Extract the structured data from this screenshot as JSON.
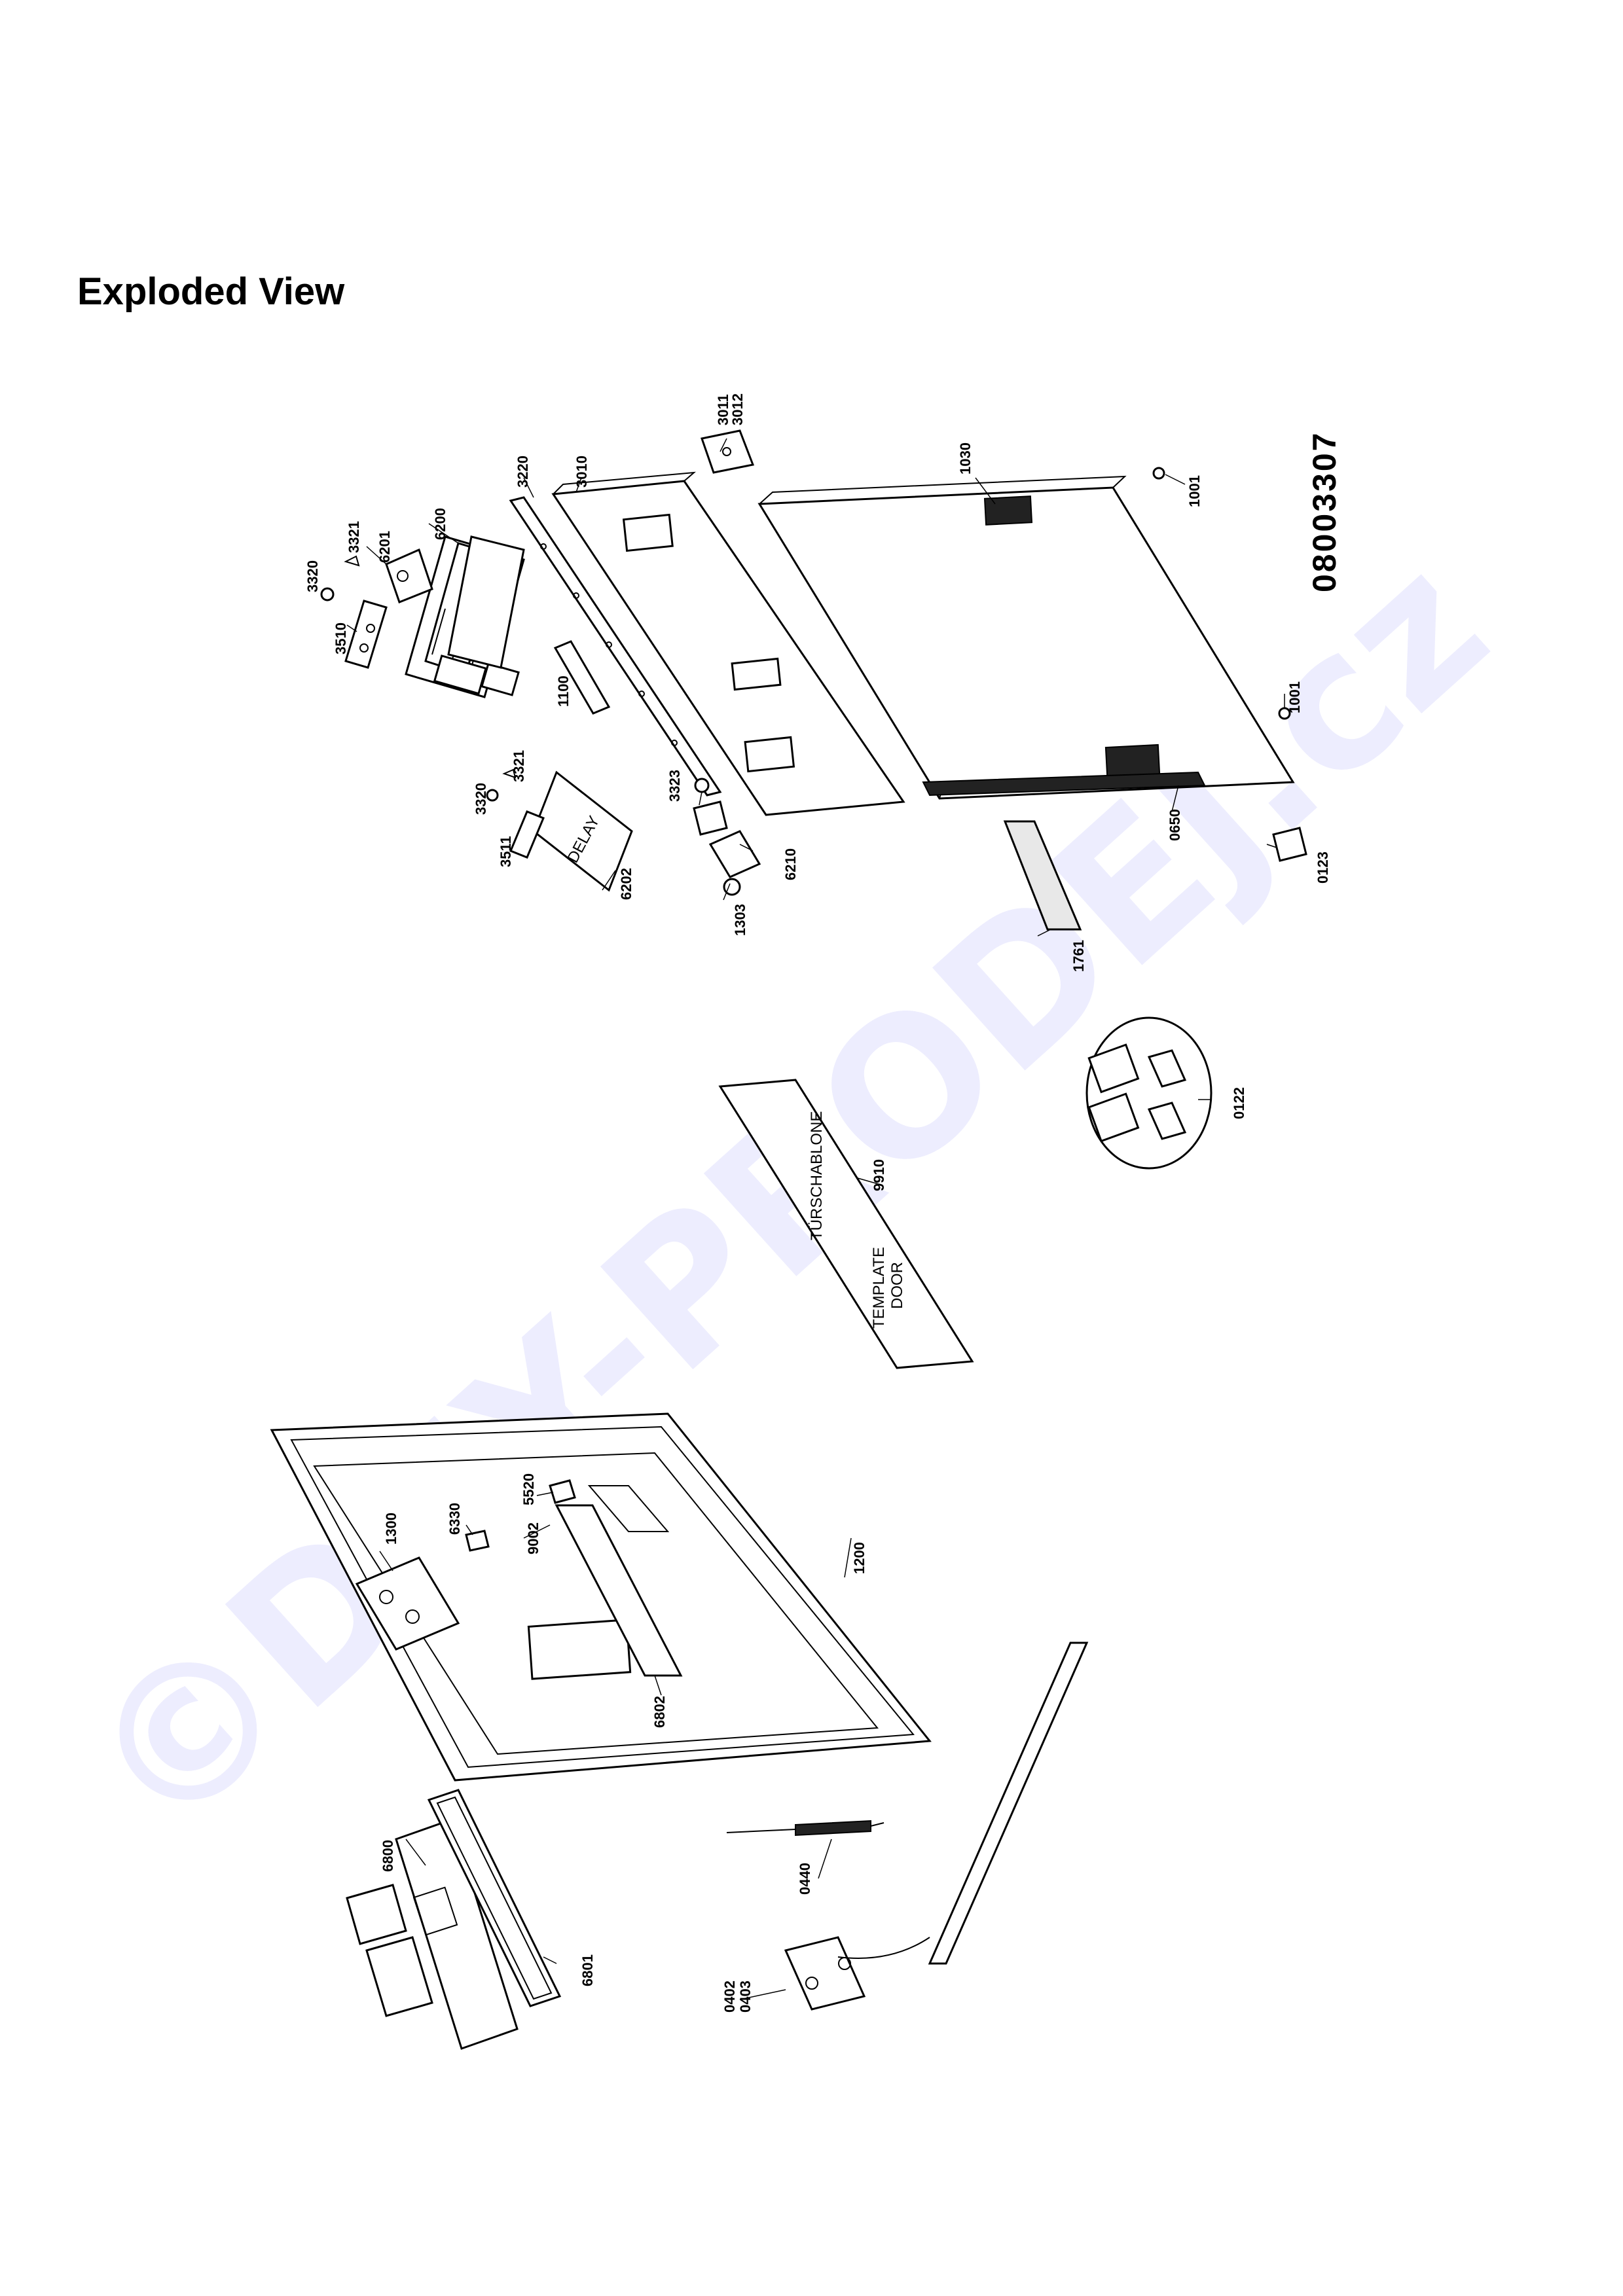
{
  "title": "Exploded View",
  "drawing_number": "08003307",
  "watermark": "©DNY-PRODEJ.cz",
  "template_texts": {
    "line1": "TÜRSCHABLONE",
    "line2": "TEMPLATE",
    "line3": "DOOR",
    "line4": "DELAY"
  },
  "part_labels": {
    "p3320a": "3320",
    "p3321a": "3321",
    "p6201": "6201",
    "p6200": "6200",
    "p3220": "3220",
    "p3010": "3010",
    "p3011": "3011",
    "p3012": "3012",
    "p1030": "1030",
    "p1001a": "1001",
    "p3510": "3510",
    "p1100": "1100",
    "p3320b": "3320",
    "p3321b": "3321",
    "p3511": "3511",
    "p6202": "6202",
    "p3323": "3323",
    "p1303": "1303",
    "p6210": "6210",
    "p1761": "1761",
    "p0650": "0650",
    "p1001b": "1001",
    "p0123": "0123",
    "p0122": "0122",
    "p9910": "9910",
    "p1300": "1300",
    "p6330": "6330",
    "p5520": "5520",
    "p9002": "9002",
    "p1200": "1200",
    "p6802": "6802",
    "p6800": "6800",
    "p6801": "6801",
    "p0440": "0440",
    "p0402": "0402",
    "p0403": "0403"
  }
}
